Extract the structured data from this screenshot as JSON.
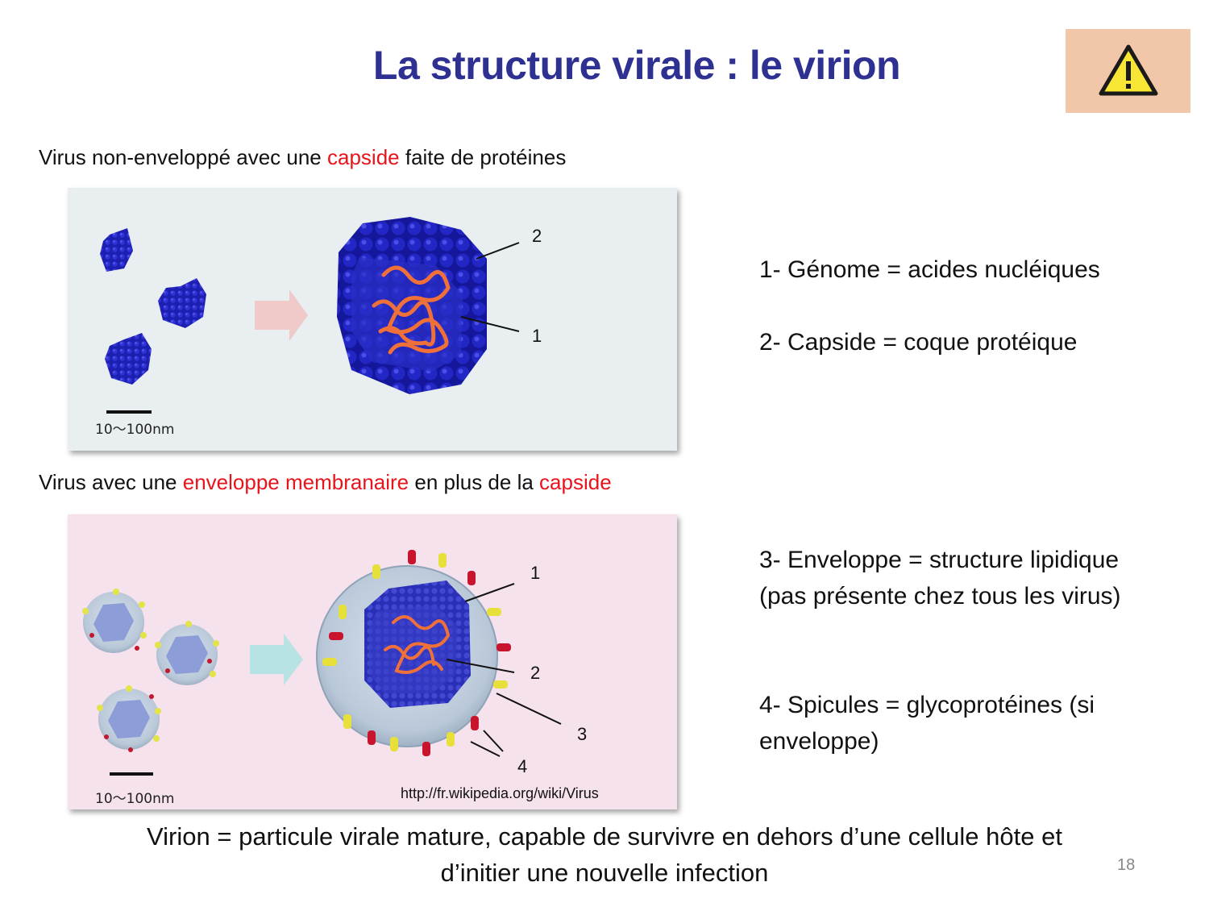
{
  "title": "La structure virale : le virion",
  "icons": {
    "warning": "warning-triangle-icon"
  },
  "colors": {
    "title": "#2e3192",
    "highlight": "#e8141c",
    "warning_bg": "#f2c7a9",
    "capsid": "#1d1fb0"
  },
  "section1": {
    "caption_before": "Virus non-enveloppé avec une ",
    "caption_highlight": "capside",
    "caption_after": " faite de protéines",
    "labels": {
      "two": "2",
      "one": "1"
    },
    "scale": "10～100nm"
  },
  "section2": {
    "caption_before": "Virus avec une ",
    "caption_highlight1": "enveloppe membranaire",
    "caption_middle": " en plus de la ",
    "caption_highlight2": "capside",
    "labels": {
      "one": "1",
      "two": "2",
      "three": "3",
      "four": "4"
    },
    "scale": "10～100nm",
    "source": "http://fr.wikipedia.org/wiki/Virus"
  },
  "legend": {
    "item1": "1- Génome = acides nucléiques",
    "item2": "2- Capside = coque protéique",
    "item3": "3- Enveloppe = structure lipidique (pas présente chez tous les virus)",
    "item4": "4- Spicules = glycoprotéines (si enveloppe)"
  },
  "footer": {
    "line1": "Virion = particule virale mature, capable de survivre en dehors d’une cellule hôte et",
    "line2": "d’initier une nouvelle infection"
  },
  "page_number": "18"
}
